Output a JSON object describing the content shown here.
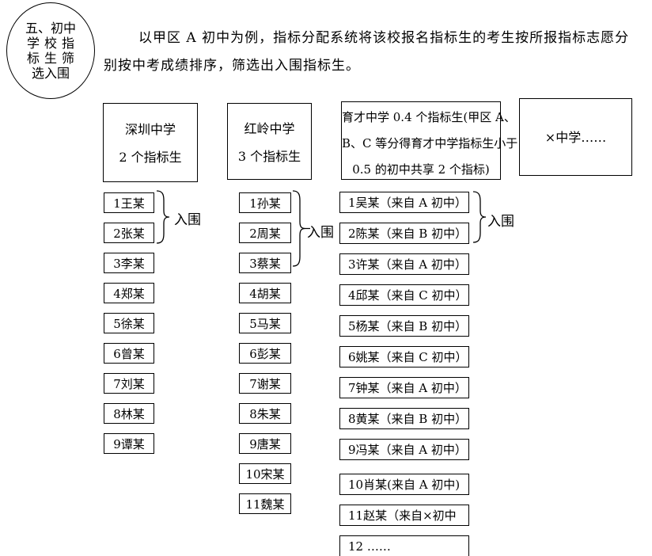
{
  "colors": {
    "text": "#000000",
    "background": "#ffffff",
    "border": "#000000"
  },
  "bubble": {
    "lines": [
      "五、初中",
      "学校指",
      "标生筛",
      "选入围"
    ]
  },
  "intro": {
    "lines": [
      "以甲区 A 初中为例，指标分配系统将该校报名指标生的考生按所报指标志愿分",
      "别按中考成绩排序，筛选出入围指标生。"
    ]
  },
  "schools": {
    "shenzhen": {
      "lines": [
        "深圳中学",
        "2 个指标生"
      ]
    },
    "hongling": {
      "lines": [
        "红岭中学",
        "3 个指标生"
      ]
    },
    "yucai": {
      "lines": [
        "育才中学 0.4 个指标生(甲区 A、",
        "B、C 等分得育才中学指标生小于",
        "0.5 的初中共享 2 个指标)"
      ]
    },
    "other": {
      "lines": [
        "×中学……"
      ]
    }
  },
  "shortlist_label": "入围",
  "lists": {
    "shenzhen": [
      "1王某",
      "2张某",
      "3李某",
      "4郑某",
      "5徐某",
      "6曾某",
      "7刘某",
      "8林某",
      "9谭某"
    ],
    "hongling": [
      "1孙某",
      "2周某",
      "3蔡某",
      "4胡某",
      "5马某",
      "6彭某",
      "7谢某",
      "8朱某",
      "9唐某",
      "10宋某",
      "11魏某"
    ],
    "yucai": [
      "1吴某（来自 A 初中）",
      "2陈某（来自 B 初中）",
      "3许某（来自 A 初中）",
      "4邱某（来自 C 初中）",
      "5杨某（来自 B 初中）",
      "6姚某（来自 C 初中）",
      "7钟某（来自 A 初中）",
      "8黄某（来自 B 初中）",
      "9冯某（来自 A 初中）",
      "10肖某(来自 A 初中)",
      "11赵某（来自×初中",
      "12 ……"
    ]
  }
}
